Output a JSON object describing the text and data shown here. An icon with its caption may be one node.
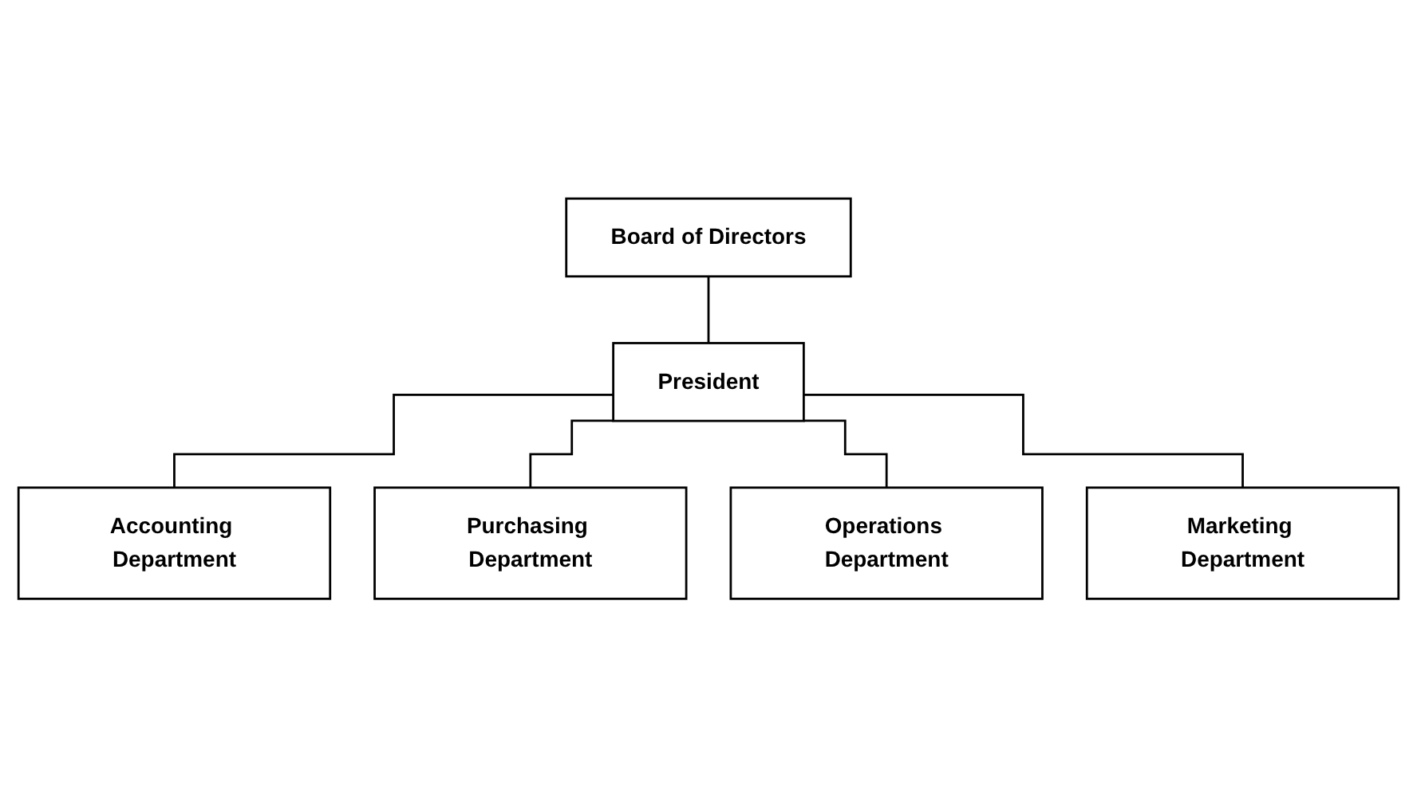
{
  "diagram": {
    "nodes": [
      {
        "text": [
          "Board of Directors"
        ]
      },
      {
        "text": [
          "President"
        ]
      },
      {
        "text": [
          "Accounting Department"
        ]
      },
      {
        "text": [
          "Purchasing Department"
        ]
      },
      {
        "text": [
          "Operations Department"
        ]
      },
      {
        "text": [
          "Marketing Department"
        ]
      }
    ],
    "edges": [
      {
        "from": 0,
        "to": 1,
        "arrow": "none"
      },
      {
        "from": 1,
        "to": 2,
        "arrow": "none"
      },
      {
        "from": 1,
        "to": 3,
        "arrow": "none"
      },
      {
        "from": 1,
        "to": 4,
        "arrow": "none"
      },
      {
        "from": 1,
        "to": 5,
        "arrow": "none"
      }
    ]
  }
}
